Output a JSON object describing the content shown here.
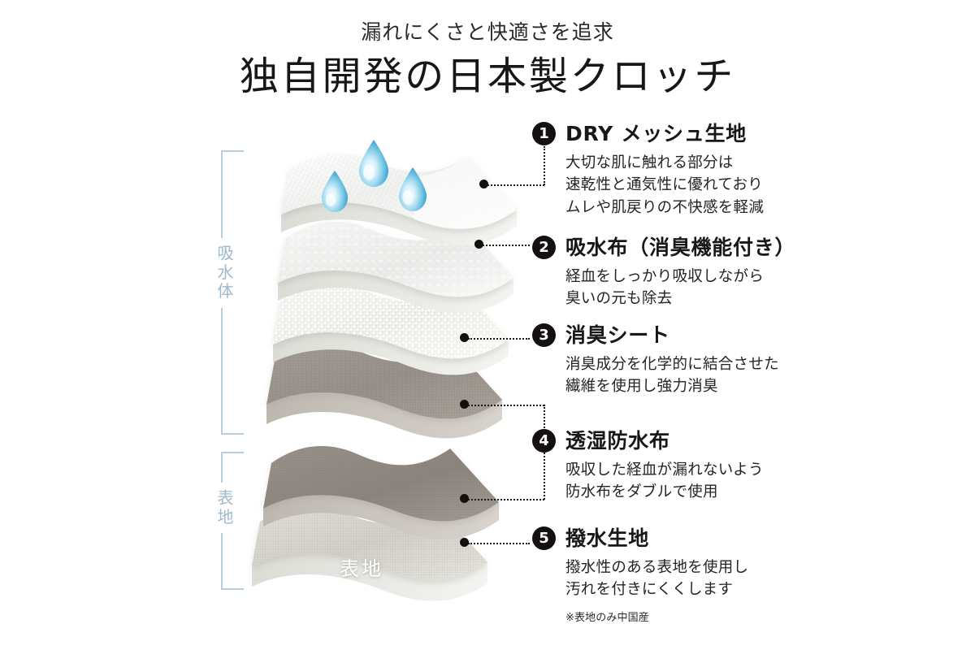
{
  "header": {
    "subtitle": "漏れにくさと快適さを追求",
    "title": "独自開発の日本製クロッチ"
  },
  "brackets": [
    {
      "id": "absorbent",
      "label": "吸水体",
      "color": "#9fb9cd"
    },
    {
      "id": "outer",
      "label": "表地",
      "color": "#9fb9cd"
    }
  ],
  "diagram": {
    "caption_on_bottom_layer": "表地",
    "droplet_count": 3,
    "droplet_color": "#5cb8dd",
    "layers": [
      {
        "index": 1,
        "name": "dry-mesh-layer",
        "color": "#f3f4f2",
        "texture": "mesh"
      },
      {
        "index": 2,
        "name": "absorbent-cloth-layer",
        "color": "#eceeec",
        "texture": "smooth"
      },
      {
        "index": 3,
        "name": "deodorant-sheet-layer",
        "color": "#e9eae6",
        "texture": "bubble"
      },
      {
        "index": 4,
        "name": "waterproof-cloth-layer",
        "color": "#9b958e",
        "texture": "grid"
      },
      {
        "index": 5,
        "name": "outer-grid-layer",
        "color": "#918a83",
        "texture": "grid"
      },
      {
        "index": 6,
        "name": "outer-fabric-layer",
        "color": "#d6d3cc",
        "texture": "grid"
      }
    ]
  },
  "items": [
    {
      "number": "❶",
      "num_text": "1",
      "title": "DRY メッシュ生地",
      "body": "大切な肌に触れる部分は\n速乾性と通気性に優れており\nムレや肌戻りの不快感を軽減",
      "note": ""
    },
    {
      "number": "❷",
      "num_text": "2",
      "title": "吸水布（消臭機能付き）",
      "body": "経血をしっかり吸収しながら\n臭いの元も除去",
      "note": ""
    },
    {
      "number": "❸",
      "num_text": "3",
      "title": "消臭シート",
      "body": "消臭成分を化学的に結合させた\n繊維を使用し強力消臭",
      "note": ""
    },
    {
      "number": "❹",
      "num_text": "4",
      "title": "透湿防水布",
      "body": "吸収した経血が漏れないよう\n防水布をダブルで使用",
      "note": ""
    },
    {
      "number": "❺",
      "num_text": "5",
      "title": "撥水生地",
      "body": "撥水性のある表地を使用し\n汚れを付きにくくします",
      "note": "※表地のみ中国産"
    }
  ],
  "colors": {
    "background": "#ffffff",
    "text": "#181818",
    "bracket": "#b9cddd",
    "badge": "#151010",
    "connector": "#1b1b1b"
  }
}
